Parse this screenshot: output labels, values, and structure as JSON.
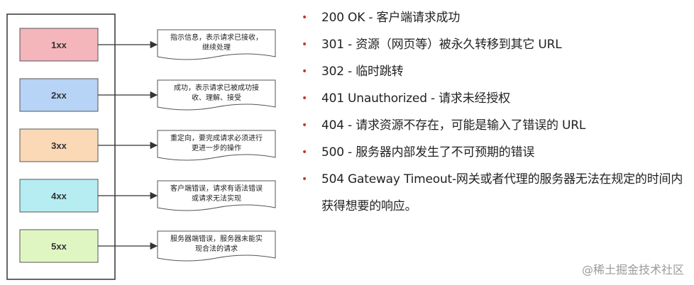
{
  "categories": [
    {
      "code": "1xx",
      "color": "#f4b5bb",
      "desc": [
        "指示信息，表示请求已接收，",
        "继续处理"
      ]
    },
    {
      "code": "2xx",
      "color": "#b7d3f5",
      "desc": [
        "成功，表示请求已被成功接",
        "收、理解、接受"
      ]
    },
    {
      "code": "3xx",
      "color": "#fbd9b6",
      "desc": [
        "重定向，要完成请求必须进行",
        "更进一步的操作"
      ]
    },
    {
      "code": "4xx",
      "color": "#b5edf2",
      "desc": [
        "客户端错误，请求有语法错误",
        "或请求无法实现"
      ]
    },
    {
      "code": "5xx",
      "color": "#dff6c3",
      "desc": [
        "服务器端错误，服务器未能实",
        "现合法的请求"
      ]
    }
  ],
  "status_codes": [
    "200 OK - 客户端请求成功",
    "301 - 资源（网页等）被永久转移到其它 URL",
    "302 - 临时跳转",
    "401 Unauthorized - 请求未经授权",
    "404 - 请求资源不存在，可能是输入了错误的 URL",
    "500 - 服务器内部发生了不可预期的错误",
    "504 Gateway Timeout-网关或者代理的服务器无法在规定的时间内获得想要的响应。"
  ],
  "bullet_color": "#c0392b",
  "watermark": "@稀土掘金技术社区"
}
